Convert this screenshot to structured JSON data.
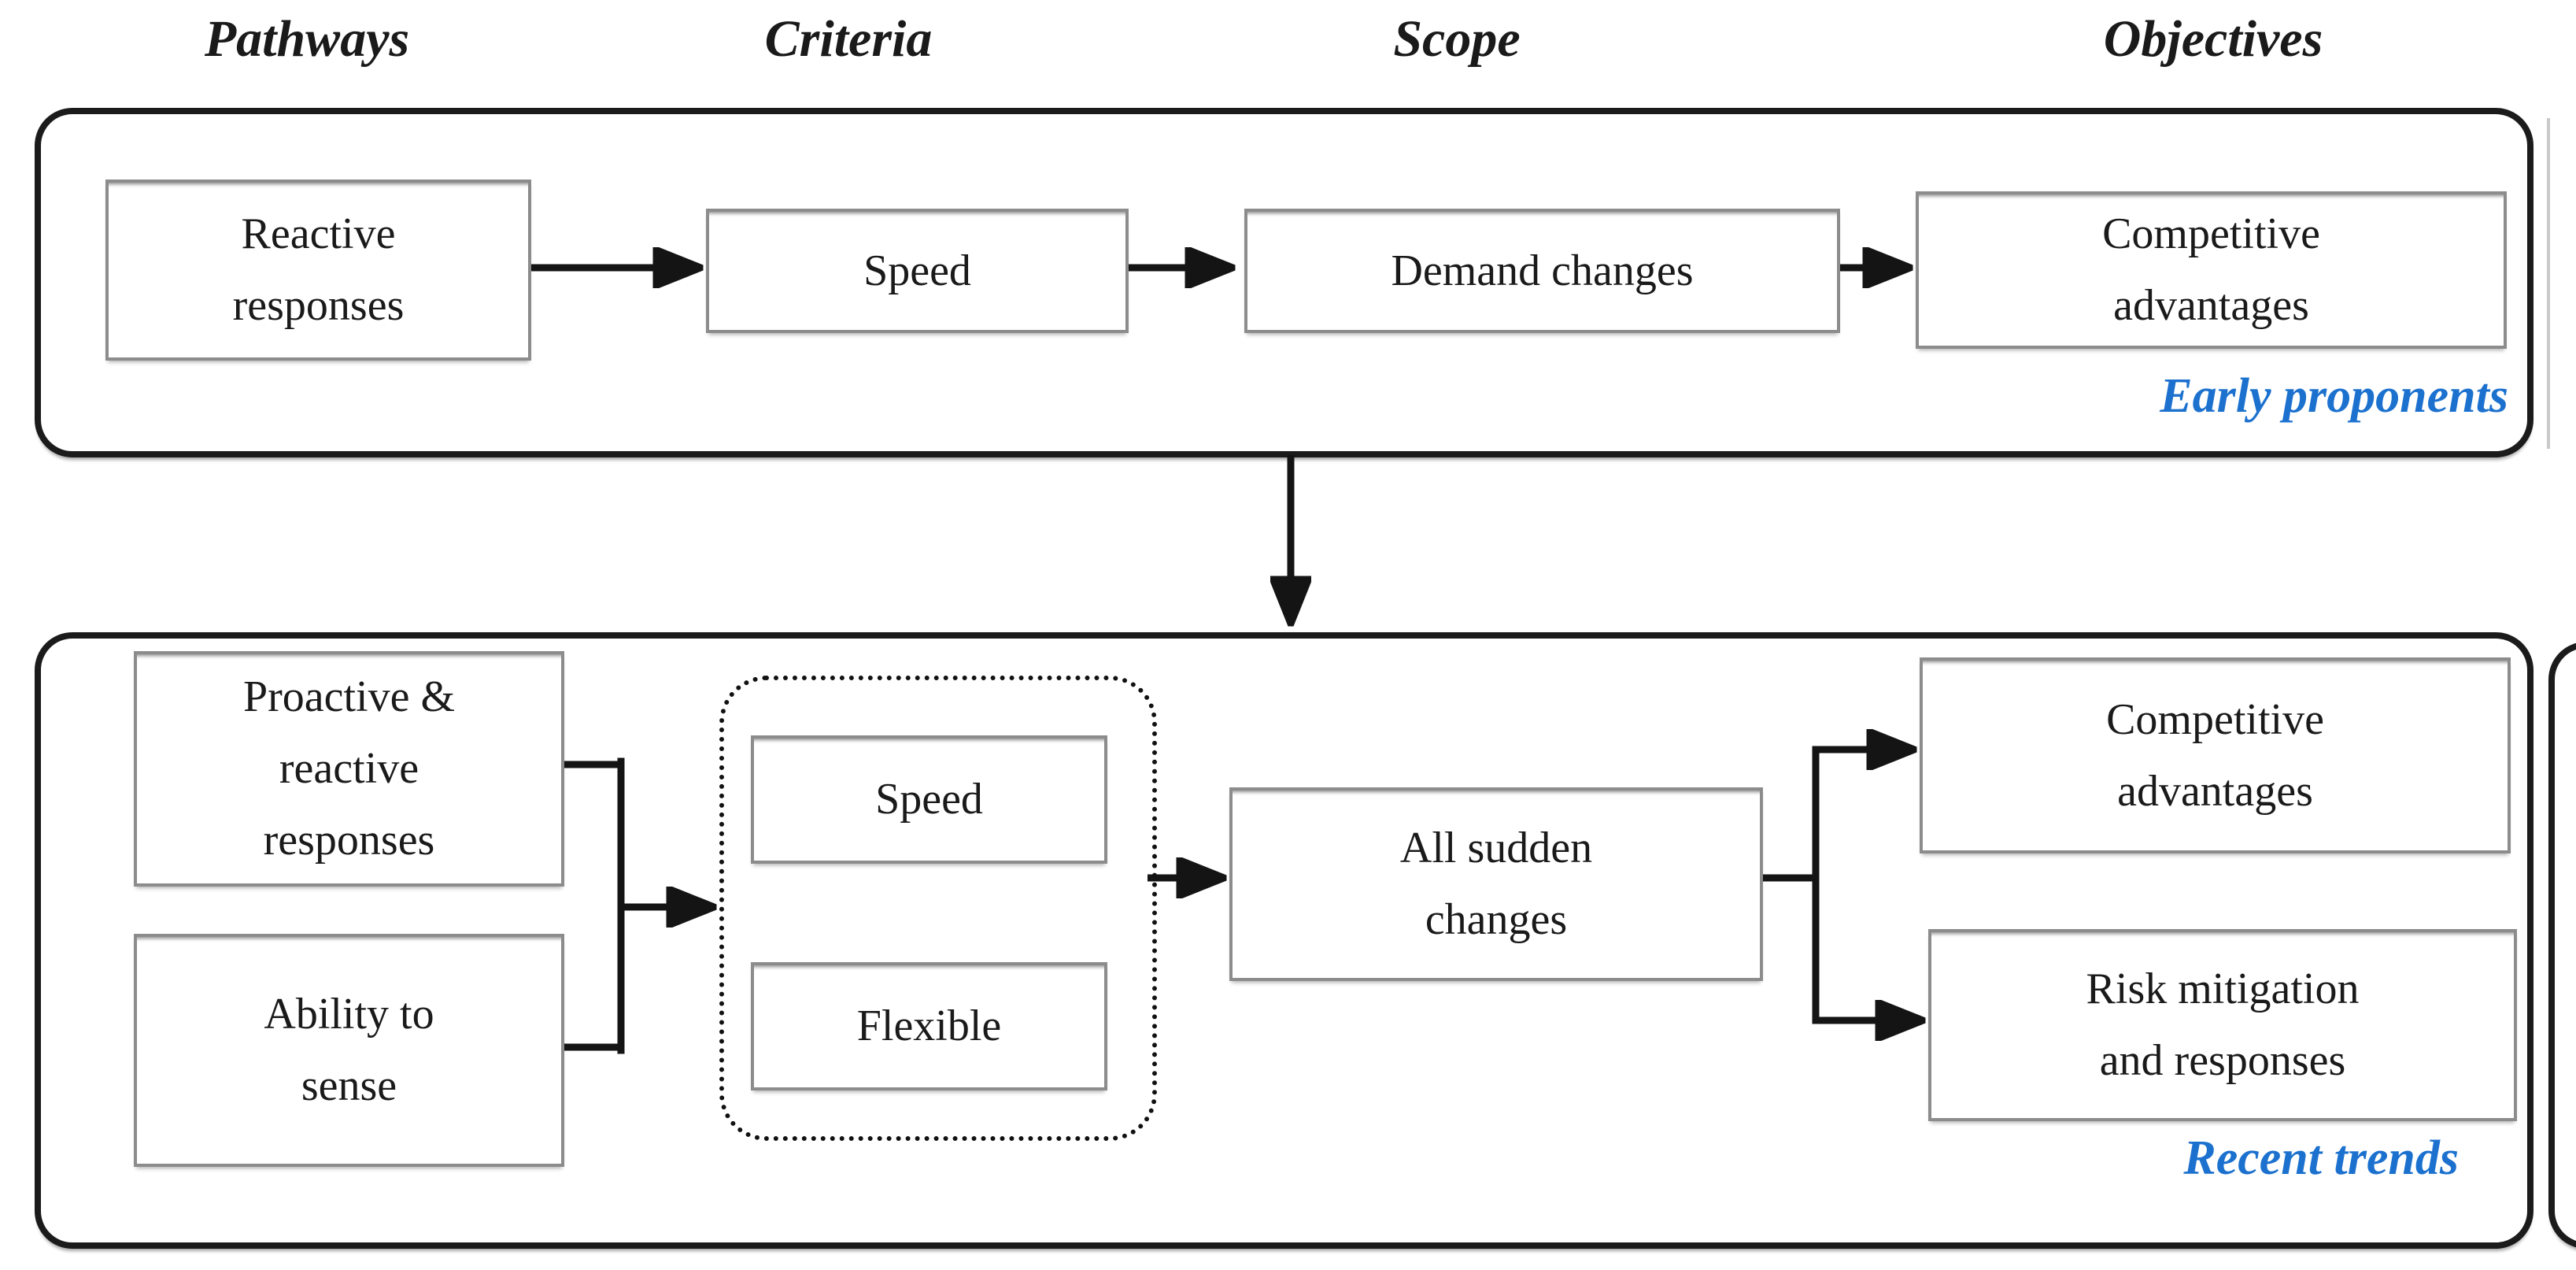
{
  "headers": [
    "Pathways",
    "Criteria",
    "Scope",
    "Objectives"
  ],
  "top_flow": {
    "boxes": [
      "Reactive\nresponses",
      "Speed",
      "Demand changes",
      "Competitive\nadvantages"
    ],
    "caption": "Early proponents"
  },
  "bottom_flow": {
    "pathways": [
      "Proactive &\nreactive\nresponses",
      "Ability to\nsense"
    ],
    "criteria": [
      "Speed",
      "Flexible"
    ],
    "scope_box": "All sudden\nchanges",
    "objectives": [
      "Competitive\nadvantages",
      "Risk mitigation\nand responses"
    ],
    "caption": "Recent trends"
  },
  "colors": {
    "caption_blue": "#1c71cf",
    "node_border_gray": "#8c8c8c",
    "container_border_black": "#1b1b1b"
  }
}
